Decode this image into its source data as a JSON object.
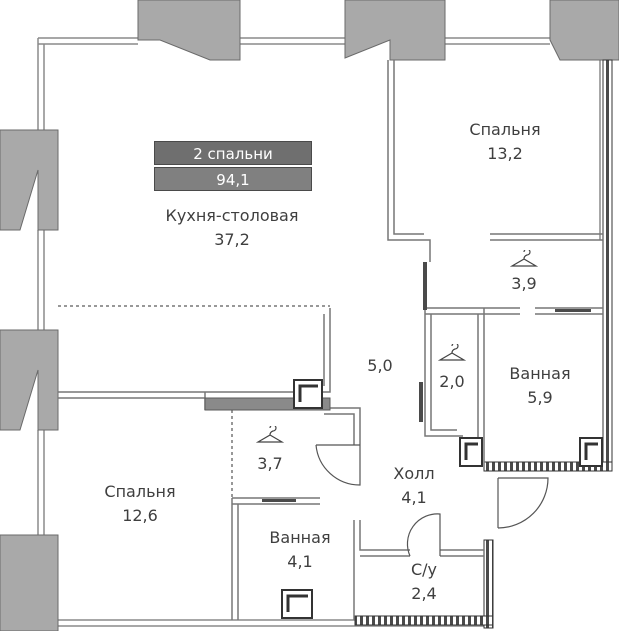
{
  "summary": {
    "rooms_label": "2 спальни",
    "total_area": "94,1"
  },
  "rooms": {
    "kitchen": {
      "name": "Кухня-столовая",
      "area": "37,2"
    },
    "bedroom_1": {
      "name": "Спальня",
      "area": "13,2"
    },
    "bedroom_2": {
      "name": "Спальня",
      "area": "12,6"
    },
    "wardrobe_1": {
      "area": "3,9"
    },
    "wardrobe_2": {
      "area": "2,0"
    },
    "wardrobe_3": {
      "area": "3,7"
    },
    "corridor": {
      "area": "5,0"
    },
    "bathroom_1": {
      "name": "Ванная",
      "area": "5,9"
    },
    "bathroom_2": {
      "name": "Ванная",
      "area": "4,1"
    },
    "hall": {
      "name": "Холл",
      "area": "4,1"
    },
    "wc": {
      "name": "С/у",
      "area": "2,4"
    }
  },
  "icons": [
    "hanger-icon",
    "hanger-icon",
    "hanger-icon"
  ],
  "colors": {
    "wall": "#a9a9a9",
    "wall_dark": "#5a5a5a",
    "badge_bg": "#6f6f6f",
    "text": "#3f3f3f"
  }
}
